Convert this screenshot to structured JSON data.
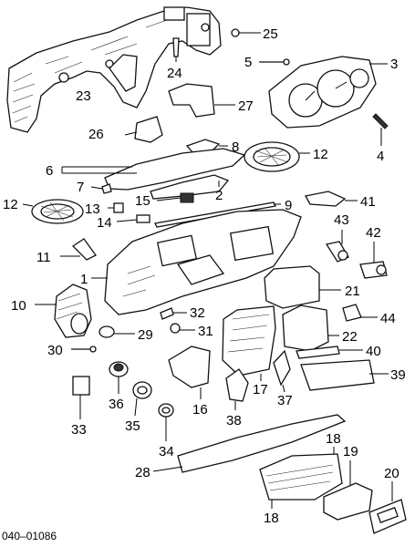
{
  "diagram_code": "040–01086",
  "callouts": {
    "p1": "1",
    "p2": "2",
    "p3": "3",
    "p4": "4",
    "p5": "5",
    "p6": "6",
    "p7": "7",
    "p8": "8",
    "p9": "9",
    "p10": "10",
    "p11": "11",
    "p12a": "12",
    "p12b": "12",
    "p13": "13",
    "p14": "14",
    "p15": "15",
    "p16": "16",
    "p17": "17",
    "p18a": "18",
    "p18b": "18",
    "p19": "19",
    "p20": "20",
    "p21": "21",
    "p22": "22",
    "p23": "23",
    "p24": "24",
    "p25": "25",
    "p26": "26",
    "p27": "27",
    "p28": "28",
    "p29": "29",
    "p30": "30",
    "p31": "31",
    "p32": "32",
    "p33": "33",
    "p34": "34",
    "p35": "35",
    "p36": "36",
    "p37": "37",
    "p38": "38",
    "p39": "39",
    "p40": "40",
    "p41": "41",
    "p42": "42",
    "p43": "43",
    "p44": "44"
  }
}
